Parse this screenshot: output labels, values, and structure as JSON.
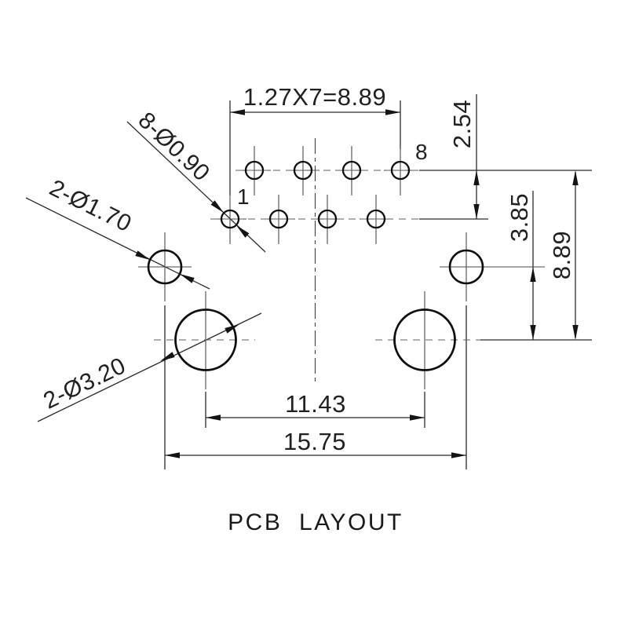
{
  "labels": {
    "title": "PCB  LAYOUT",
    "pitch": "1.27X7=8.89",
    "row_spacing": "2.54",
    "hole_offset": "3.85",
    "overall_height": "8.89",
    "mount_spacing": "11.43",
    "post_spacing": "15.75",
    "pin_holes": "8-Ø0.90",
    "post_holes": "2-Ø1.70",
    "mount_holes": "2-Ø3.20",
    "pin_first": "1",
    "pin_last": "8"
  },
  "colors": {
    "background": "#ffffff",
    "ink": "#141414",
    "thin_line": "#2b2b2b",
    "centerline": "#5f5f5f"
  },
  "drawing": {
    "arrow_len": 19,
    "arrow_halfwidth": 3.7,
    "lines": [
      [
        "dim",
        293,
        128,
        293,
        249
      ],
      [
        "dim",
        510,
        128,
        510,
        190
      ],
      [
        "dim",
        293,
        143,
        510,
        143
      ],
      [
        "dim",
        607,
        120,
        607,
        279
      ],
      [
        "dim",
        679,
        243,
        679,
        433
      ],
      [
        "dim",
        733,
        219,
        733,
        431
      ],
      [
        "dim",
        262,
        532,
        541,
        532
      ],
      [
        "dim",
        210,
        580,
        594,
        580
      ],
      [
        "dim",
        262,
        499,
        262,
        545
      ],
      [
        "dim",
        541,
        499,
        541,
        545
      ],
      [
        "dim",
        210,
        389,
        210,
        598
      ],
      [
        "dim",
        594,
        389,
        594,
        598
      ],
      [
        "dim",
        534,
        217,
        754,
        217
      ],
      [
        "dim",
        534,
        279,
        622,
        279
      ],
      [
        "dim",
        612,
        433,
        754,
        433
      ],
      [
        "dim",
        162,
        155,
        338,
        321
      ],
      [
        "dim",
        33,
        252,
        267,
        368
      ],
      [
        "dim",
        48,
        537,
        333,
        399
      ],
      [
        "x",
        303,
        217,
        345,
        217
      ],
      [
        "x",
        324,
        186,
        324,
        249
      ],
      [
        "x",
        365,
        217,
        407,
        217
      ],
      [
        "x",
        386,
        186,
        386,
        249
      ],
      [
        "x",
        427,
        217,
        469,
        217
      ],
      [
        "x",
        448,
        186,
        448,
        249
      ],
      [
        "x",
        489,
        217,
        531,
        217
      ],
      [
        "x",
        510,
        186,
        510,
        249
      ],
      [
        "x",
        272,
        279,
        314,
        279
      ],
      [
        "x",
        293,
        248,
        293,
        311
      ],
      [
        "x",
        334,
        279,
        376,
        279
      ],
      [
        "x",
        355,
        248,
        355,
        311
      ],
      [
        "x",
        396,
        279,
        438,
        279
      ],
      [
        "x",
        417,
        248,
        417,
        311
      ],
      [
        "x",
        458,
        279,
        500,
        279
      ],
      [
        "x",
        479,
        248,
        479,
        311
      ],
      [
        "x",
        176,
        340,
        244,
        340
      ],
      [
        "x",
        210,
        296,
        210,
        384
      ],
      [
        "x",
        560,
        340,
        694,
        340
      ],
      [
        "x",
        594,
        296,
        594,
        384
      ],
      [
        "x",
        262,
        371,
        262,
        496
      ],
      [
        "x",
        541,
        371,
        541,
        496
      ],
      [
        "dash",
        300,
        217,
        534,
        217
      ],
      [
        "dash",
        268,
        279,
        534,
        279
      ],
      [
        "dash",
        196,
        433,
        325,
        433
      ],
      [
        "dash",
        478,
        433,
        612,
        433
      ],
      [
        "center",
        401.5,
        176,
        401.5,
        490
      ]
    ],
    "circles": [
      [
        "pin",
        324,
        217,
        11
      ],
      [
        "pin",
        386,
        217,
        11
      ],
      [
        "pin",
        448,
        217,
        11
      ],
      [
        "pin",
        510,
        217,
        11
      ],
      [
        "pin",
        293,
        279,
        11
      ],
      [
        "pin",
        355,
        279,
        11
      ],
      [
        "pin",
        417,
        279,
        11
      ],
      [
        "pin",
        479,
        279,
        11
      ],
      [
        "post",
        210,
        340,
        21
      ],
      [
        "post",
        594,
        340,
        21
      ],
      [
        "mount",
        262,
        433,
        38.5
      ],
      [
        "mount",
        541,
        433,
        38.5
      ]
    ],
    "arrows": [
      [
        293,
        143,
        180
      ],
      [
        510,
        143,
        0
      ],
      [
        607,
        217,
        270
      ],
      [
        607,
        279,
        90
      ],
      [
        679,
        340,
        270
      ],
      [
        679,
        433,
        90
      ],
      [
        733,
        217,
        270
      ],
      [
        733,
        433,
        90
      ],
      [
        262,
        532,
        180
      ],
      [
        541,
        532,
        0
      ],
      [
        210,
        580,
        180
      ],
      [
        594,
        580,
        0
      ],
      [
        285,
        271,
        43
      ],
      [
        301,
        287,
        223
      ],
      [
        191,
        331,
        26
      ],
      [
        229,
        349,
        206
      ],
      [
        204,
        460,
        154
      ],
      [
        305,
        413,
        -26
      ]
    ]
  }
}
